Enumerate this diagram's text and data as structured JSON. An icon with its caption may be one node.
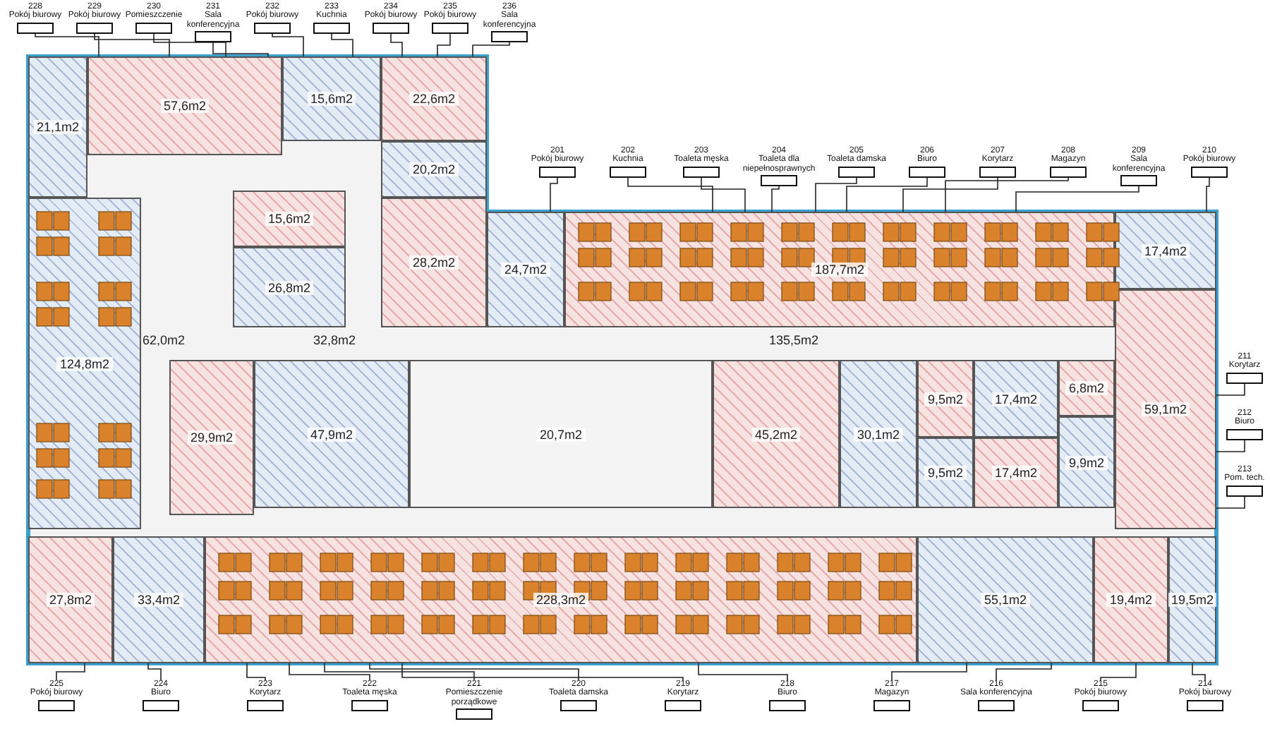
{
  "diagram": {
    "nodes": [
      {
        "text": [
          "57,6m2"
        ]
      },
      {
        "text": [
          "15,6m2"
        ]
      },
      {
        "text": [
          "22,6m2"
        ]
      },
      {
        "text": [
          "21,1m2"
        ]
      },
      {
        "text": [
          "20,2m2"
        ]
      },
      {
        "text": [
          "15,6m2"
        ]
      },
      {
        "text": [
          "28,2m2"
        ]
      },
      {
        "text": [
          "26,8m2"
        ]
      },
      {
        "text": [
          "24,7m2"
        ]
      },
      {
        "text": [
          "124,8m2"
        ]
      },
      {
        "text": [
          "187,7m2"
        ]
      },
      {
        "text": [
          "17,4m2"
        ]
      },
      {
        "text": [
          "59,1m2"
        ]
      },
      {
        "text": [
          "29,9m2"
        ]
      },
      {
        "text": [
          "47,9m2"
        ]
      },
      {
        "text": [
          "20,7m2"
        ]
      },
      {
        "text": [
          "45,2m2"
        ]
      },
      {
        "text": [
          "30,1m2"
        ]
      },
      {
        "text": [
          "9,5m2"
        ]
      },
      {
        "text": [
          "17,4m2"
        ]
      },
      {
        "text": [
          "6,8m2"
        ]
      },
      {
        "text": [
          "9,9m2"
        ]
      },
      {
        "text": [
          "17,4m2"
        ]
      },
      {
        "text": [
          "9,5m2"
        ]
      },
      {
        "text": [
          "27,8m2"
        ]
      },
      {
        "text": [
          "33,4m2"
        ]
      },
      {
        "text": [
          "228,3m2"
        ]
      },
      {
        "text": [
          "55,1m2"
        ]
      },
      {
        "text": [
          "19,4m2"
        ]
      },
      {
        "text": [
          "19,5m2"
        ]
      },
      {
        "text": [
          "228",
          "Pokój biurowy"
        ]
      },
      {
        "text": [
          "229",
          "Pokój biurowy"
        ]
      },
      {
        "text": [
          "230",
          "Pomieszczenie"
        ]
      },
      {
        "text": [
          "231",
          "Sala konferencyjna"
        ]
      },
      {
        "text": [
          "232",
          "Pokój biurowy"
        ]
      },
      {
        "text": [
          "233",
          "Kuchnia"
        ]
      },
      {
        "text": [
          "234",
          "Pokój biurowy"
        ]
      },
      {
        "text": [
          "235",
          "Pokój biurowy"
        ]
      },
      {
        "text": [
          "236",
          "Sala konferencyjna"
        ]
      },
      {
        "text": [
          "201",
          "Pokój biurowy"
        ]
      },
      {
        "text": [
          "202",
          "Kuchnia"
        ]
      },
      {
        "text": [
          "203",
          "Toaleta męska"
        ]
      },
      {
        "text": [
          "204",
          "Toaleta dla niepełnosprawnych"
        ]
      },
      {
        "text": [
          "205",
          "Toaleta damska"
        ]
      },
      {
        "text": [
          "206",
          "Biuro"
        ]
      },
      {
        "text": [
          "207",
          "Korytarz"
        ]
      },
      {
        "text": [
          "208",
          "Magazyn"
        ]
      },
      {
        "text": [
          "209",
          "Sala konferencyjna"
        ]
      },
      {
        "text": [
          "210",
          "Pokój biurowy"
        ]
      },
      {
        "text": [
          "211",
          "Korytarz"
        ]
      },
      {
        "text": [
          "212",
          "Biuro"
        ]
      },
      {
        "text": [
          "213",
          "Pom. tech."
        ]
      },
      {
        "text": [
          "225",
          "Pokój biurowy"
        ]
      },
      {
        "text": [
          "224",
          "Biuro"
        ]
      },
      {
        "text": [
          "223",
          "Korytarz"
        ]
      },
      {
        "text": [
          "222",
          "Toaleta męska"
        ]
      },
      {
        "text": [
          "221",
          "Pomieszczenie porządkowe"
        ]
      },
      {
        "text": [
          "220",
          "Toaleta damska"
        ]
      },
      {
        "text": [
          "219",
          "Korytarz"
        ]
      },
      {
        "text": [
          "218",
          "Biuro"
        ]
      },
      {
        "text": [
          "217",
          "Magazyn"
        ]
      },
      {
        "text": [
          "216",
          "Sala konferencyjna"
        ]
      },
      {
        "text": [
          "215",
          "Pokój biurowy"
        ]
      },
      {
        "text": [
          "214",
          "Pokój biurowy"
        ]
      }
    ],
    "edges": [
      {
        "from": 30,
        "to": 0,
        "arrow": "none"
      },
      {
        "from": 31,
        "to": 0,
        "arrow": "none"
      },
      {
        "from": 32,
        "to": 0,
        "arrow": "none"
      },
      {
        "from": 33,
        "to": 0,
        "arrow": "none"
      },
      {
        "from": 34,
        "to": 1,
        "arrow": "none"
      },
      {
        "from": 35,
        "to": 1,
        "arrow": "none"
      },
      {
        "from": 36,
        "to": 2,
        "arrow": "none"
      },
      {
        "from": 37,
        "to": 2,
        "arrow": "none"
      },
      {
        "from": 38,
        "to": 2,
        "arrow": "none"
      },
      {
        "from": 39,
        "to": 8,
        "arrow": "none"
      },
      {
        "from": 40,
        "to": 10,
        "arrow": "none"
      },
      {
        "from": 41,
        "to": 10,
        "arrow": "none"
      },
      {
        "from": 42,
        "to": 10,
        "arrow": "none"
      },
      {
        "from": 43,
        "to": 10,
        "arrow": "none"
      },
      {
        "from": 44,
        "to": 10,
        "arrow": "none"
      },
      {
        "from": 45,
        "to": 10,
        "arrow": "none"
      },
      {
        "from": 46,
        "to": 10,
        "arrow": "none"
      },
      {
        "from": 47,
        "to": 10,
        "arrow": "none"
      },
      {
        "from": 48,
        "to": 11,
        "arrow": "none"
      },
      {
        "from": 49,
        "to": 12,
        "arrow": "none"
      },
      {
        "from": 50,
        "to": 12,
        "arrow": "none"
      },
      {
        "from": 51,
        "to": 12,
        "arrow": "none"
      },
      {
        "from": 52,
        "to": 24,
        "arrow": "none"
      },
      {
        "from": 53,
        "to": 25,
        "arrow": "none"
      },
      {
        "from": 54,
        "to": 26,
        "arrow": "none"
      },
      {
        "from": 55,
        "to": 26,
        "arrow": "none"
      },
      {
        "from": 56,
        "to": 26,
        "arrow": "none"
      },
      {
        "from": 57,
        "to": 26,
        "arrow": "none"
      },
      {
        "from": 58,
        "to": 26,
        "arrow": "none"
      },
      {
        "from": 59,
        "to": 26,
        "arrow": "none"
      },
      {
        "from": 60,
        "to": 27,
        "arrow": "none"
      },
      {
        "from": 61,
        "to": 27,
        "arrow": "none"
      },
      {
        "from": 62,
        "to": 28,
        "arrow": "none"
      },
      {
        "from": 63,
        "to": 29,
        "arrow": "none"
      }
    ],
    "labels": [
      "62,0m2",
      "32,8m2",
      "135,5m2"
    ]
  }
}
